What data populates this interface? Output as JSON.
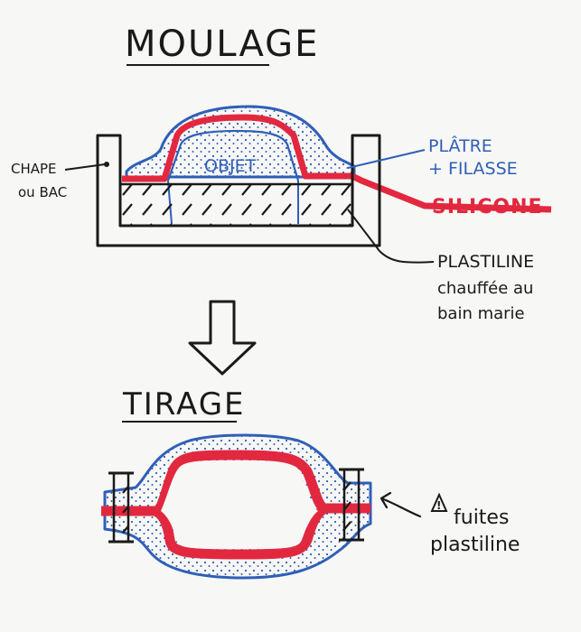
{
  "titles": {
    "moulage": "MOULAGE",
    "tirage": "TIRAGE"
  },
  "labels": {
    "chape_line1": "CHAPE",
    "chape_line2": "ou BAC",
    "objet": "OBJET",
    "platre_line1": "PLÂTRE",
    "platre_line2": "+ FILASSE",
    "silicone": "SILICONE",
    "plastiline_line1": "PLASTILINE",
    "plastiline_line2": "chauffée au",
    "plastiline_line3": "bain marie",
    "warning_symbol": "!",
    "fuites_line1": "fuites",
    "fuites_line2": "plastiline"
  },
  "colors": {
    "ink": "#1a1a1a",
    "blue": "#2f5fb8",
    "red": "#e2283f",
    "paper": "#f7f7f5"
  }
}
